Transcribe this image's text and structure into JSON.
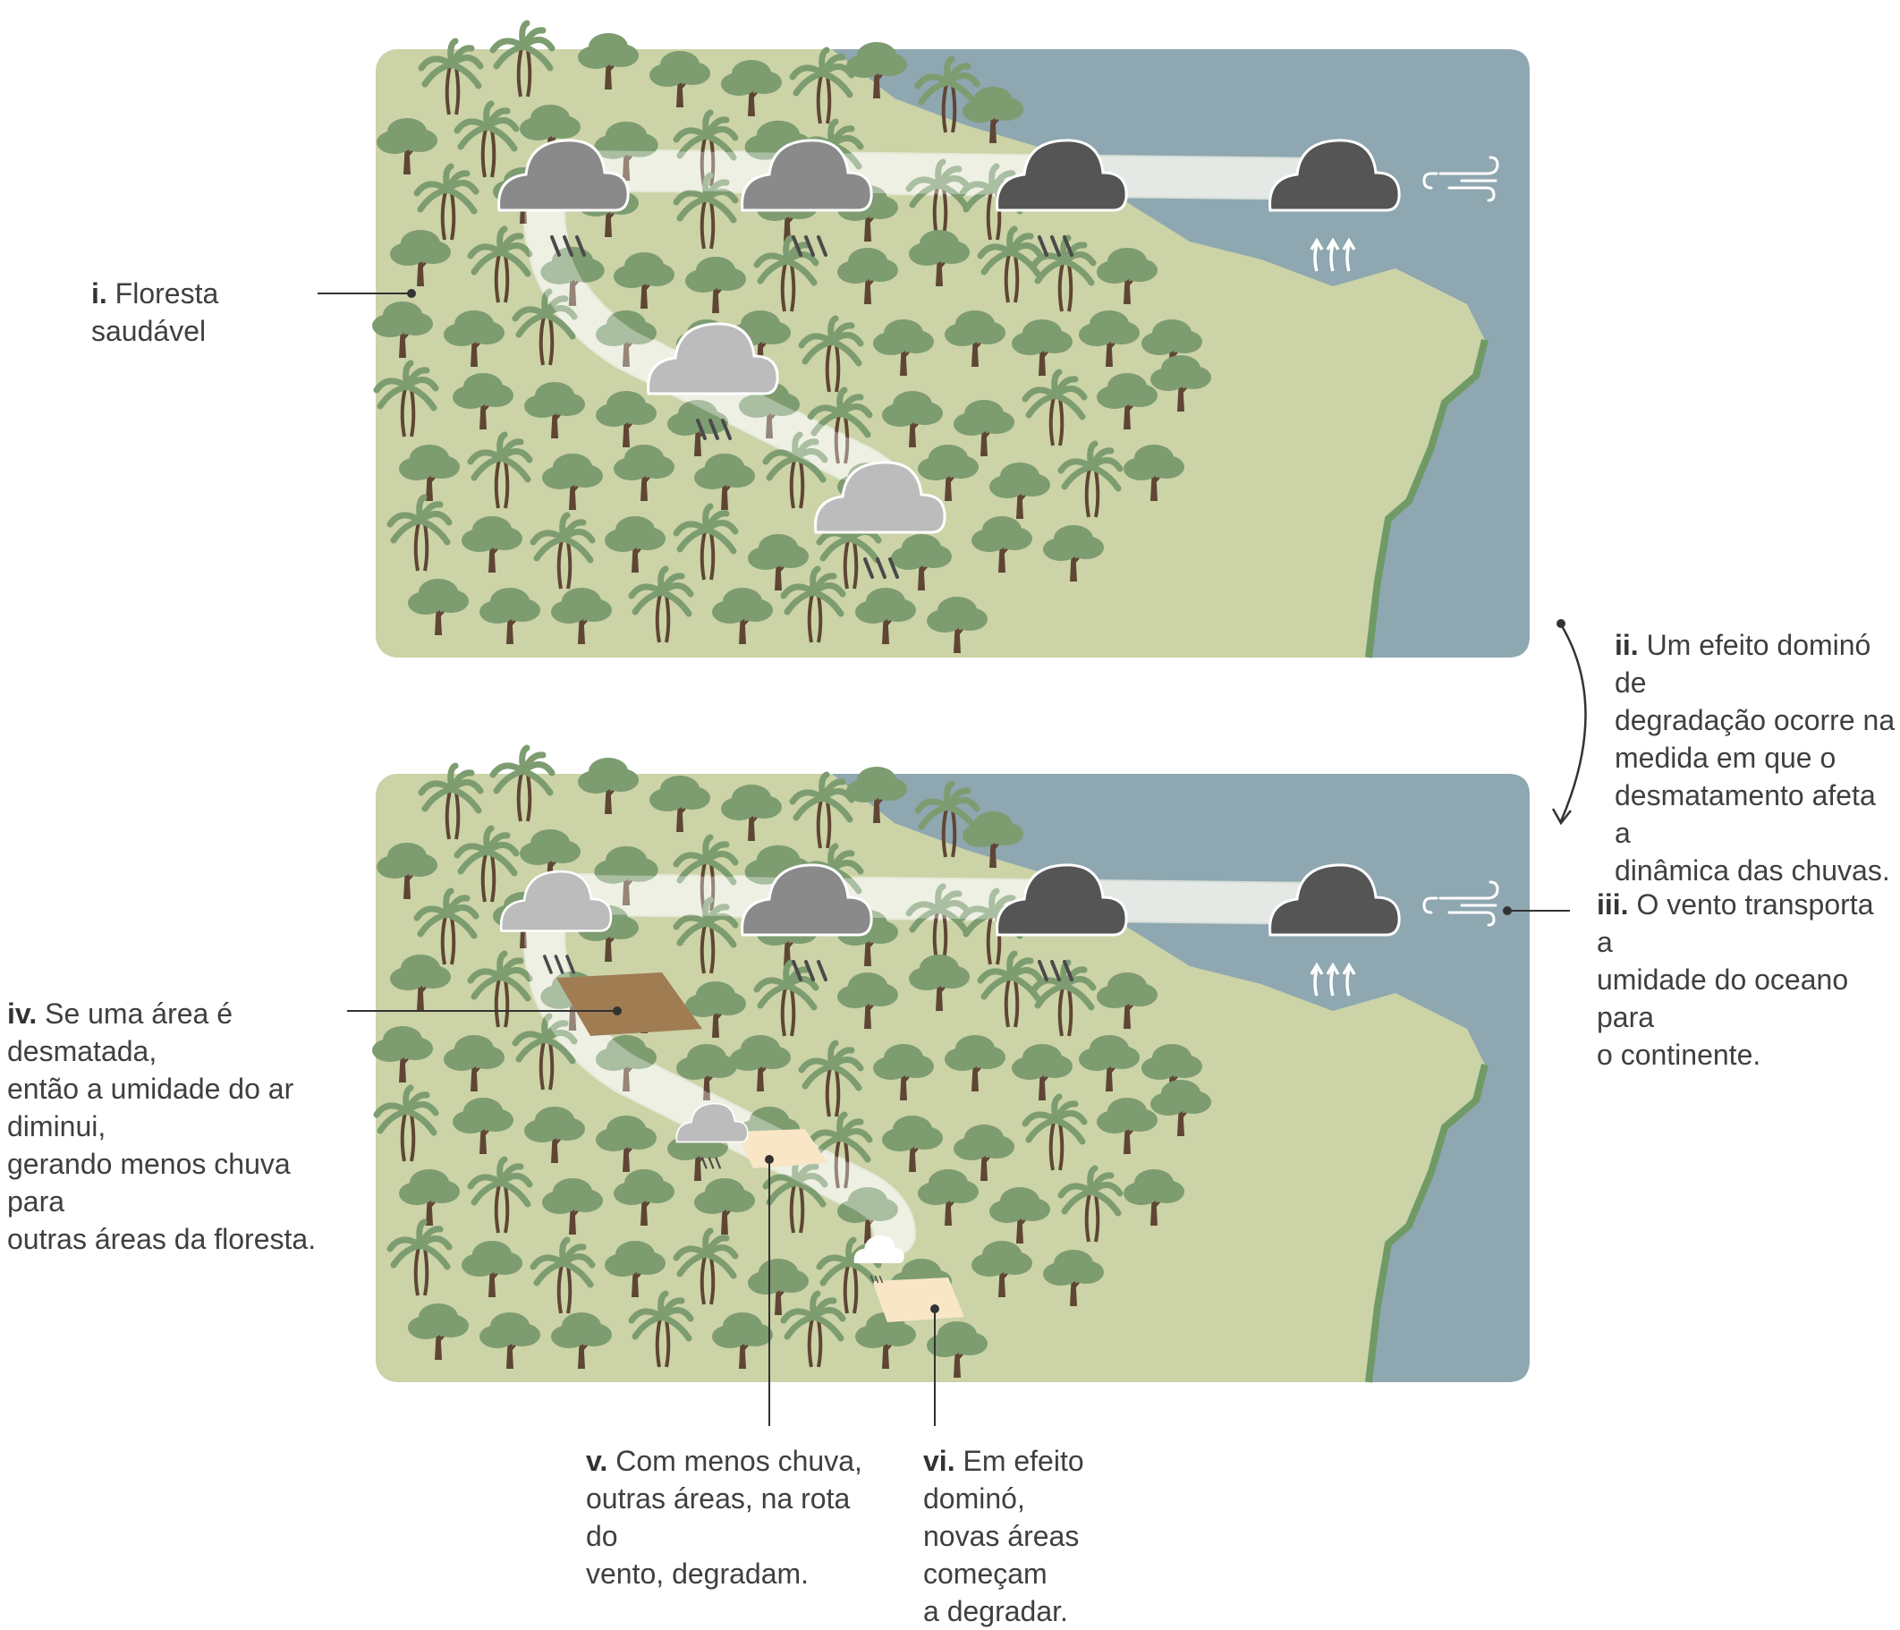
{
  "colors": {
    "land": "#cbd3a7",
    "ocean": "#8ea7b0",
    "coast_edge": "#6f9a66",
    "canopy": "#7d9c70",
    "trunk": "#5f4634",
    "cloud_dark": "#555555",
    "cloud_mid": "#8a8a8a",
    "cloud_light": "#bcbcbc",
    "wind_stream": "#eef0e6",
    "deforested": "#a07c53",
    "degrading": "#f8e6c6"
  },
  "labels": {
    "i": {
      "num": "i.",
      "lines": [
        "Floresta saudável"
      ]
    },
    "ii": {
      "num": "ii.",
      "lines": [
        "Um efeito dominó de",
        "degradação ocorre na",
        "medida em que o",
        "desmatamento afeta a",
        "dinâmica das chuvas."
      ]
    },
    "iii": {
      "num": "iii.",
      "lines": [
        "O vento transporta a",
        "umidade do oceano para",
        "o continente."
      ]
    },
    "iv": {
      "num": "iv.",
      "lines": [
        "Se uma área é desmatada,",
        "então a umidade do ar diminui,",
        "gerando menos chuva para",
        "outras áreas da floresta."
      ]
    },
    "v": {
      "num": "v.",
      "lines": [
        "Com menos chuva,",
        "outras áreas, na rota do",
        "vento, degradam."
      ]
    },
    "vi": {
      "num": "vi.",
      "lines": [
        "Em efeito dominó,",
        "novas áreas começam",
        "a degradar."
      ]
    }
  },
  "icons": [
    "wind-icon",
    "evaporation-arrows-icon",
    "cloud-icon",
    "rain-icon",
    "tree-icon",
    "palm-tree-icon"
  ]
}
